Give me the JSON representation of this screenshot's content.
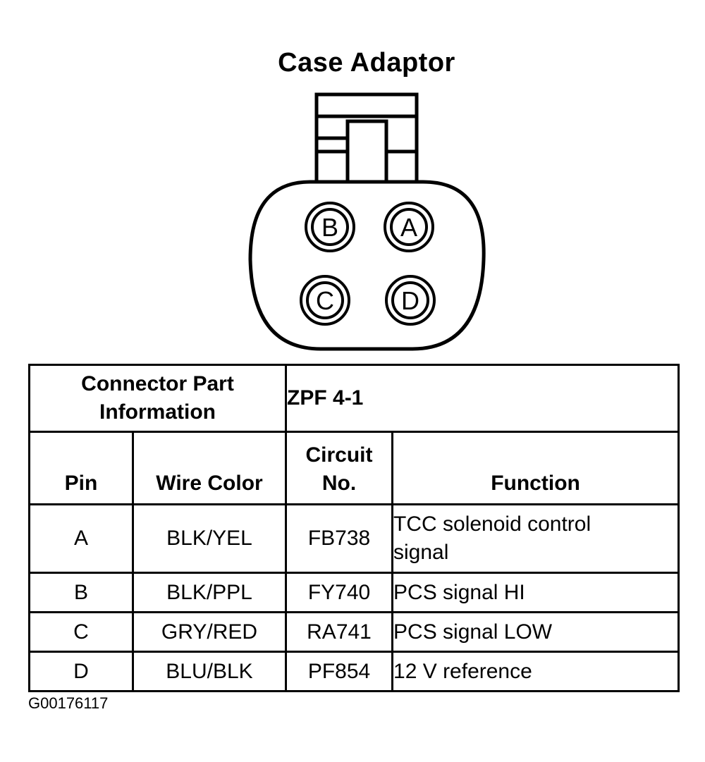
{
  "title": "Case Adaptor",
  "connector": {
    "pins": [
      "B",
      "A",
      "C",
      "D"
    ]
  },
  "table": {
    "part_label_line1": "Connector Part",
    "part_label_line2": "Information",
    "part_value": "ZPF 4-1",
    "headers": {
      "pin": "Pin",
      "wire_color": "Wire Color",
      "circuit_line1": "Circuit",
      "circuit_line2": "No.",
      "function": "Function"
    },
    "rows": [
      {
        "pin": "A",
        "wire_color": "BLK/YEL",
        "circuit": "FB738",
        "function_line1": "TCC solenoid control",
        "function_line2": "signal"
      },
      {
        "pin": "B",
        "wire_color": "BLK/PPL",
        "circuit": "FY740",
        "function": "PCS signal HI"
      },
      {
        "pin": "C",
        "wire_color": "GRY/RED",
        "circuit": "RA741",
        "function": "PCS signal LOW"
      },
      {
        "pin": "D",
        "wire_color": "BLU/BLK",
        "circuit": "PF854",
        "function": "12 V reference"
      }
    ]
  },
  "reference_code": "G00176117"
}
